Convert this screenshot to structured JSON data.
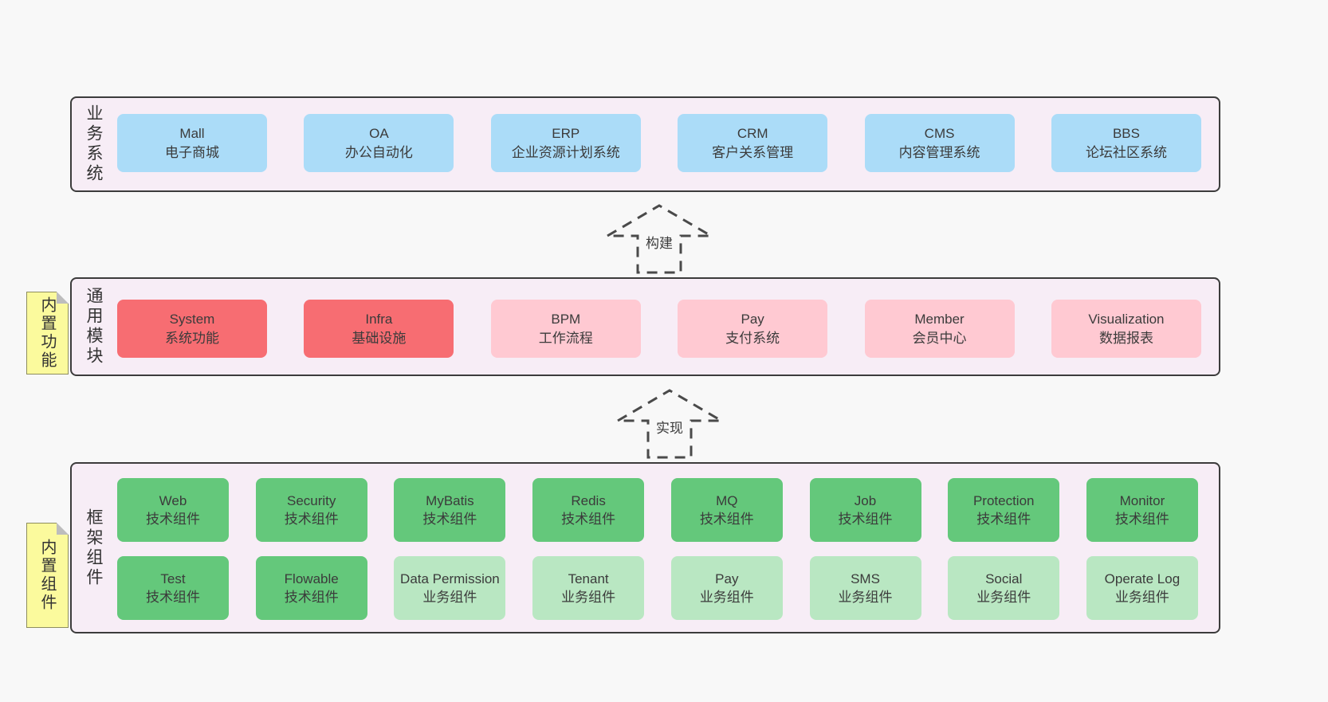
{
  "colors": {
    "page_bg": "#f8f8f8",
    "band_bg": "#f7edf6",
    "band_border": "#3c3c3c",
    "blue": "#abdcf8",
    "red": "#f76d72",
    "pink": "#ffc9d2",
    "green": "#64c87b",
    "light_green": "#b9e7c2",
    "sticky_yellow": "#fbfa9d"
  },
  "arrows": [
    {
      "label": "构建"
    },
    {
      "label": "实现"
    }
  ],
  "bands": [
    {
      "label": "业务系统",
      "boxes": [
        {
          "name": "Mall",
          "sub": "电子商城"
        },
        {
          "name": "OA",
          "sub": "办公自动化"
        },
        {
          "name": "ERP",
          "sub": "企业资源计划系统"
        },
        {
          "name": "CRM",
          "sub": "客户关系管理"
        },
        {
          "name": "CMS",
          "sub": "内容管理系统"
        },
        {
          "name": "BBS",
          "sub": "论坛社区系统"
        }
      ]
    },
    {
      "label": "通用模块",
      "sticky": "内置功能",
      "boxes": [
        {
          "name": "System",
          "sub": "系统功能"
        },
        {
          "name": "Infra",
          "sub": "基础设施"
        },
        {
          "name": "BPM",
          "sub": "工作流程"
        },
        {
          "name": "Pay",
          "sub": "支付系统"
        },
        {
          "name": "Member",
          "sub": "会员中心"
        },
        {
          "name": "Visualization",
          "sub": "数据报表"
        }
      ]
    },
    {
      "label": "框架组件",
      "sticky": "内置组件",
      "boxes": [
        {
          "name": "Web",
          "sub": "技术组件"
        },
        {
          "name": "Security",
          "sub": "技术组件"
        },
        {
          "name": "MyBatis",
          "sub": "技术组件"
        },
        {
          "name": "Redis",
          "sub": "技术组件"
        },
        {
          "name": "MQ",
          "sub": "技术组件"
        },
        {
          "name": "Job",
          "sub": "技术组件"
        },
        {
          "name": "Protection",
          "sub": "技术组件"
        },
        {
          "name": "Monitor",
          "sub": "技术组件"
        },
        {
          "name": "Test",
          "sub": "技术组件"
        },
        {
          "name": "Flowable",
          "sub": "技术组件"
        },
        {
          "name": "Data Permission",
          "sub": "业务组件"
        },
        {
          "name": "Tenant",
          "sub": "业务组件"
        },
        {
          "name": "Pay",
          "sub": "业务组件"
        },
        {
          "name": "SMS",
          "sub": "业务组件"
        },
        {
          "name": "Social",
          "sub": "业务组件"
        },
        {
          "name": "Operate Log",
          "sub": "业务组件"
        }
      ]
    }
  ]
}
